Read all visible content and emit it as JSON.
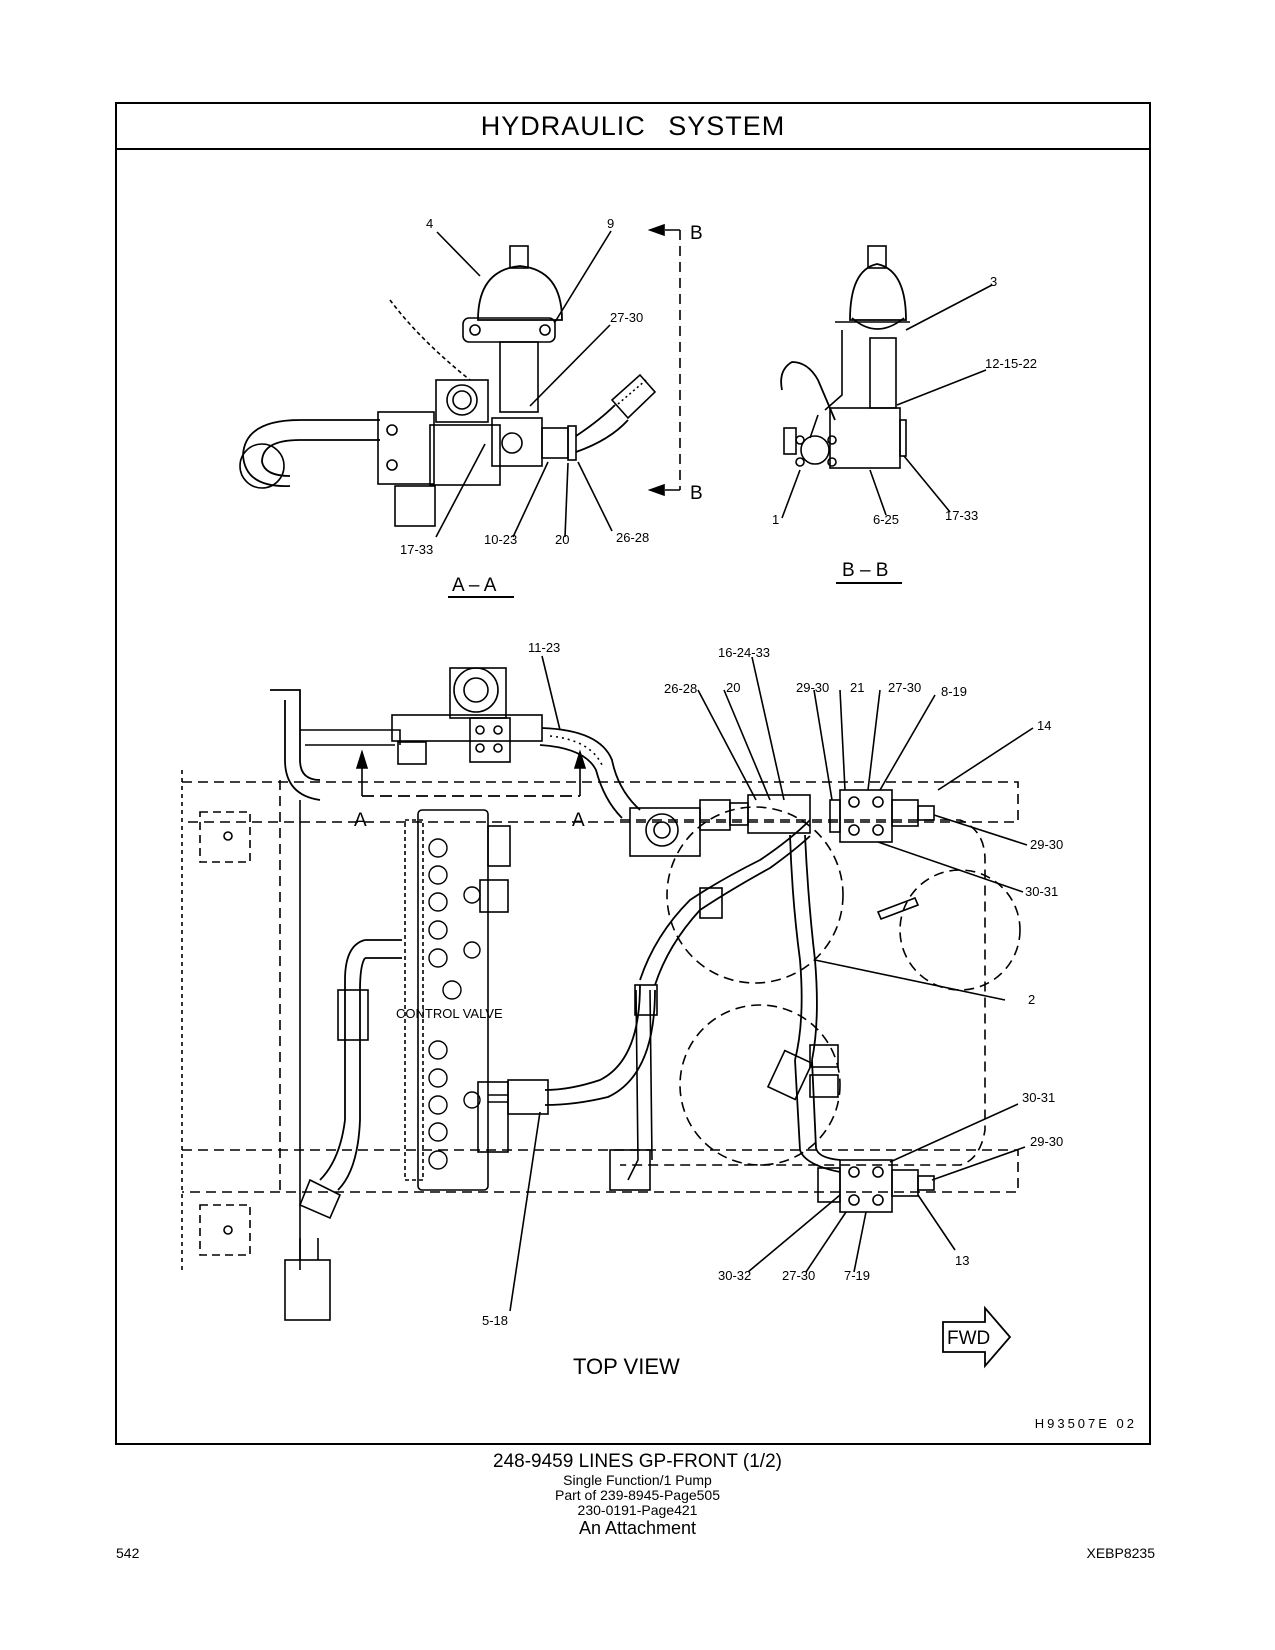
{
  "title": "HYDRAULIC SYSTEM",
  "sections": {
    "aa_label": "A – A",
    "bb_label": "B – B",
    "top_view_label": "TOP VIEW",
    "cut_a": "A",
    "cut_b": "B"
  },
  "components": {
    "control_valve": "CONTROL VALVE",
    "fwd": "FWD"
  },
  "callouts_aa": [
    "4",
    "9",
    "27-30",
    "17-33",
    "10-23",
    "20",
    "26-28"
  ],
  "callouts_bb": [
    "3",
    "12-15-22",
    "1",
    "6-25",
    "17-33"
  ],
  "callouts_top": [
    "11-23",
    "16-24-33",
    "26-28",
    "20",
    "29-30",
    "21",
    "27-30",
    "8-19",
    "14",
    "29-30",
    "30-31",
    "2",
    "30-31",
    "29-30",
    "13",
    "30-32",
    "27-30",
    "7-19",
    "5-18"
  ],
  "drawing_code": "H93507E 02",
  "caption": {
    "title": "248-9459 LINES GP-FRONT (1/2)",
    "subtitle": "Single Function/1 Pump",
    "part_of_1": "Part of 239-8945-Page505",
    "part_of_2": "230-0191-Page421",
    "attachment": "An Attachment"
  },
  "footer": {
    "page_number": "542",
    "doc_code": "XEBP8235"
  }
}
